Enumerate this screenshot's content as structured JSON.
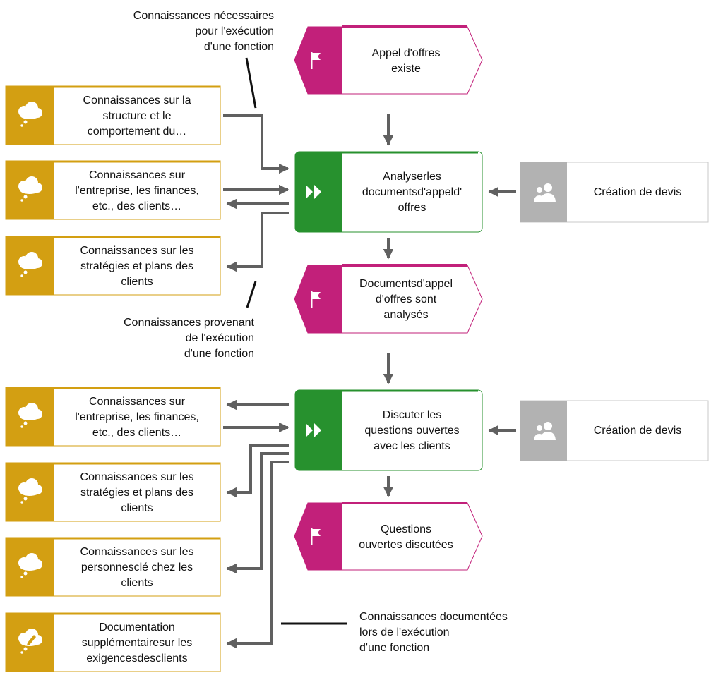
{
  "colors": {
    "event": "#c2207a",
    "function": "#27912e",
    "knowledge": "#d39f12",
    "role": "#b2b2b2",
    "arrow": "#606060"
  },
  "events": [
    {
      "id": "ev1",
      "label": "Appel d'offres existe",
      "lines": [
        "Appel d'offres",
        "existe"
      ],
      "icon": "flag-icon"
    },
    {
      "id": "ev2",
      "label": "Documentsd'appel d'offres sont analysés",
      "lines": [
        "Documentsd'appel",
        "d'offres sont",
        "analysés"
      ],
      "icon": "flag-icon"
    },
    {
      "id": "ev3",
      "label": "Questions ouvertes discutées",
      "lines": [
        "Questions",
        "ouvertes discutées"
      ],
      "icon": "flag-icon"
    }
  ],
  "functions": [
    {
      "id": "fn1",
      "label": "Analyserles documentsd'appeld' offres",
      "lines": [
        "Analyserles",
        "documentsd'appeld'",
        "offres"
      ],
      "icon": "fast-forward-icon"
    },
    {
      "id": "fn2",
      "label": "Discuter les questions ouvertes avec les clients",
      "lines": [
        "Discuter les",
        "questions ouvertes",
        "avec les clients"
      ],
      "icon": "fast-forward-icon"
    }
  ],
  "roles": [
    {
      "id": "r1",
      "label": "Création de devis",
      "icon": "people-icon"
    },
    {
      "id": "r2",
      "label": "Création de devis",
      "icon": "people-icon"
    }
  ],
  "knowledge": [
    {
      "id": "k1",
      "lines": [
        "Connaissances sur la",
        "structure et le",
        "comportement du…"
      ],
      "icon": "cloud-icon"
    },
    {
      "id": "k2",
      "lines": [
        "Connaissances sur",
        "l'entreprise, les finances,",
        "etc., des clients…"
      ],
      "icon": "cloud-icon"
    },
    {
      "id": "k3",
      "lines": [
        "Connaissances sur les",
        "stratégies et plans des",
        "clients"
      ],
      "icon": "cloud-icon"
    },
    {
      "id": "k4",
      "lines": [
        "Connaissances sur",
        "l'entreprise, les finances,",
        "etc., des clients…"
      ],
      "icon": "cloud-icon"
    },
    {
      "id": "k5",
      "lines": [
        "Connaissances sur les",
        "stratégies et plans des",
        "clients"
      ],
      "icon": "cloud-icon"
    },
    {
      "id": "k6",
      "lines": [
        "Connaissances sur les",
        "personnesclé chez les",
        "clients"
      ],
      "icon": "cloud-icon"
    },
    {
      "id": "k7",
      "lines": [
        "Documentation",
        "supplémentairesur les",
        "exigencesdesclients"
      ],
      "icon": "cloud-pen-icon"
    }
  ],
  "notes": {
    "n1": {
      "lines": [
        "Connaissances nécessaires",
        "pour l'exécution",
        "d'une fonction"
      ]
    },
    "n2": {
      "lines": [
        "Connaissances provenant",
        "de l'exécution",
        "d'une fonction"
      ]
    },
    "n3": {
      "lines": [
        "Connaissances documentées",
        "lors de l'exécution",
        "d'une fonction"
      ]
    }
  }
}
